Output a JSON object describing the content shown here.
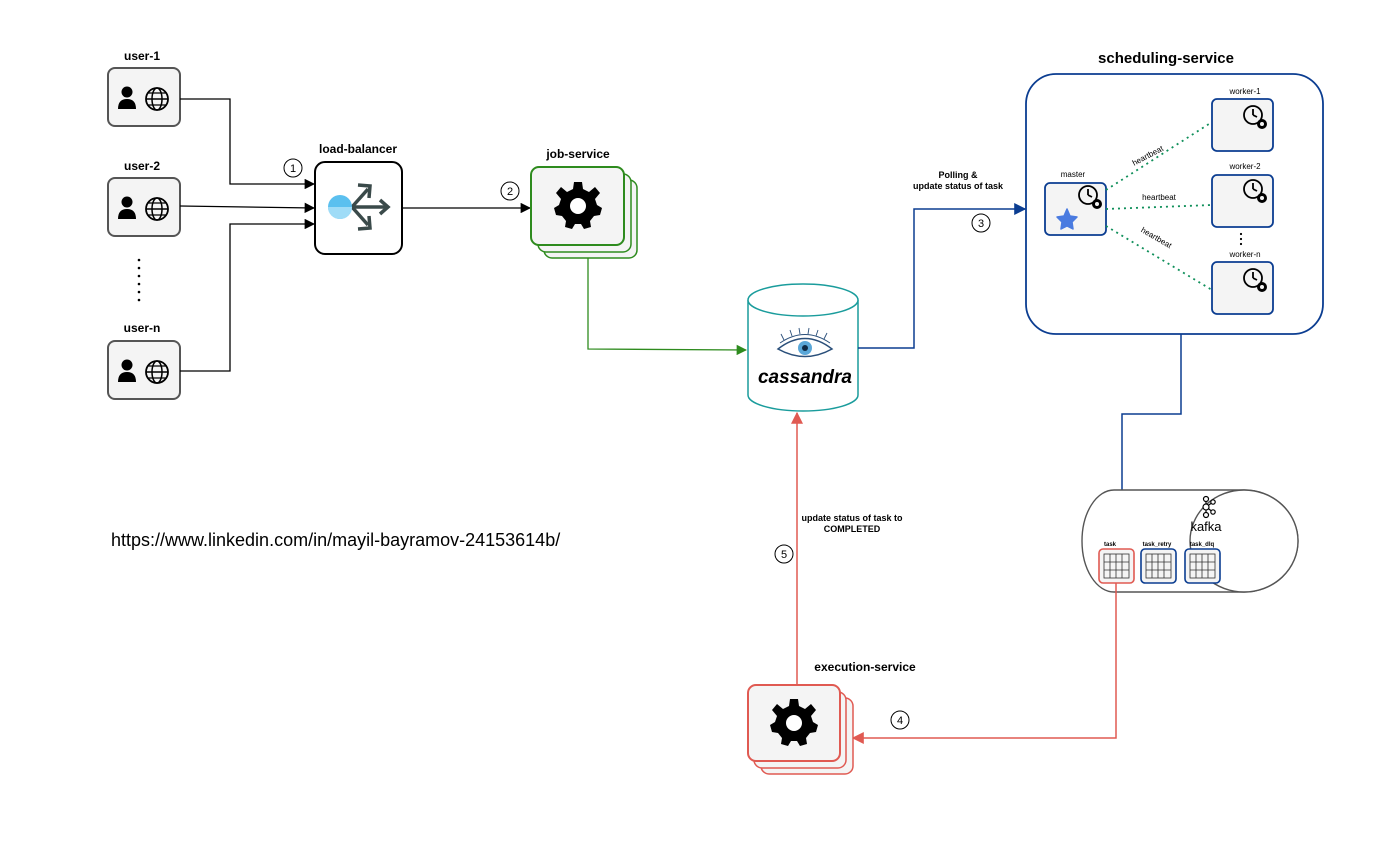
{
  "users": [
    {
      "label": "user-1"
    },
    {
      "label": "user-2"
    },
    {
      "label": "user-n"
    }
  ],
  "load_balancer": {
    "label": "load-balancer"
  },
  "job_service": {
    "label": "job-service"
  },
  "database": {
    "label": "cassandra"
  },
  "scheduling_service": {
    "label": "scheduling-service",
    "master_label": "master",
    "workers": [
      "worker-1",
      "worker-2",
      "worker-n"
    ],
    "heartbeat_labels": [
      "heartbeat",
      "heartbeat",
      "heartbeat"
    ]
  },
  "kafka": {
    "label": "kafka",
    "topics": [
      "task",
      "task_retry",
      "task_dlq"
    ]
  },
  "execution_service": {
    "label": "execution-service"
  },
  "steps": {
    "s1": "1",
    "s2": "2",
    "s3": "3",
    "s4": "4",
    "s5": "5"
  },
  "edge_labels": {
    "polling_line1": "Polling &",
    "polling_line2": "update status of task",
    "update_line1": "update status of task to",
    "update_line2": "COMPLETED"
  },
  "footer_url": "https://www.linkedin.com/in/mayil-bayramov-24153614b/",
  "colors": {
    "green": "#2e8b1e",
    "blue": "#0b3d91",
    "red": "#e05a52",
    "teal": "#1a9c9c",
    "dotted": "#0f8f5a"
  },
  "icons": {
    "user": "user-icon",
    "globe": "globe-icon",
    "gear": "gear-icon",
    "clock": "clock-icon",
    "star": "star-icon",
    "lb": "load-balancer-icon",
    "eye": "cassandra-eye-icon",
    "kafka": "kafka-logo-icon"
  }
}
